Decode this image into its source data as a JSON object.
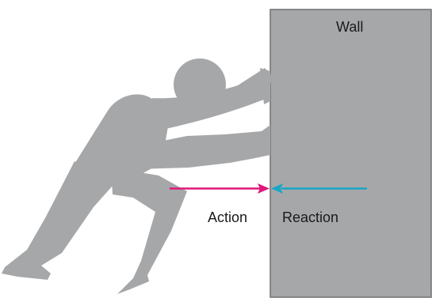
{
  "labels": {
    "wall": "Wall",
    "action": "Action",
    "reaction": "Reaction"
  },
  "colors": {
    "figure": "#a6a7a9",
    "wall_fill": "#a6a7a9",
    "wall_stroke": "#707173",
    "action_arrow": "#e0177a",
    "reaction_arrow": "#1aa6c4"
  },
  "elements": {
    "figure": "person-pushing-figure",
    "wall": "wall-block",
    "action_arrow": "arrow-right",
    "reaction_arrow": "arrow-left"
  }
}
